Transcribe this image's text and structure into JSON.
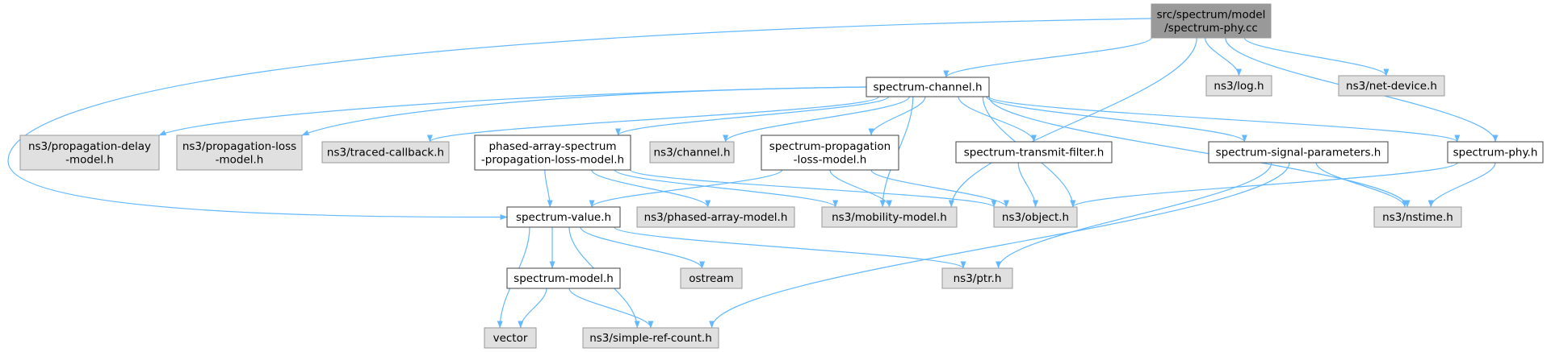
{
  "colors": {
    "root_fill": "#999999",
    "documented_fill": "#ffffff",
    "external_fill": "#e0e0e0",
    "border_dark": "#404040",
    "border_light": "#999999",
    "edge": "#63b8ff"
  },
  "nodes": [
    {
      "id": "root",
      "kind": "root",
      "lines": [
        "src/spectrum/model",
        "/spectrum-phy.cc"
      ]
    },
    {
      "id": "spectrum-channel",
      "kind": "documented",
      "lines": [
        "spectrum-channel.h"
      ]
    },
    {
      "id": "log",
      "kind": "external",
      "lines": [
        "ns3/log.h"
      ]
    },
    {
      "id": "net-device",
      "kind": "external",
      "lines": [
        "ns3/net-device.h"
      ]
    },
    {
      "id": "propagation-delay",
      "kind": "external",
      "lines": [
        "ns3/propagation-delay",
        "-model.h"
      ]
    },
    {
      "id": "propagation-loss",
      "kind": "external",
      "lines": [
        "ns3/propagation-loss",
        "-model.h"
      ]
    },
    {
      "id": "traced-callback",
      "kind": "external",
      "lines": [
        "ns3/traced-callback.h"
      ]
    },
    {
      "id": "phased-array-spectrum",
      "kind": "documented",
      "lines": [
        "phased-array-spectrum",
        "-propagation-loss-model.h"
      ]
    },
    {
      "id": "channel",
      "kind": "external",
      "lines": [
        "ns3/channel.h"
      ]
    },
    {
      "id": "spectrum-propagation",
      "kind": "documented",
      "lines": [
        "spectrum-propagation",
        "-loss-model.h"
      ]
    },
    {
      "id": "spectrum-transmit-filter",
      "kind": "documented",
      "lines": [
        "spectrum-transmit-filter.h"
      ]
    },
    {
      "id": "spectrum-signal-parameters",
      "kind": "documented",
      "lines": [
        "spectrum-signal-parameters.h"
      ]
    },
    {
      "id": "spectrum-phy",
      "kind": "documented",
      "lines": [
        "spectrum-phy.h"
      ]
    },
    {
      "id": "spectrum-value",
      "kind": "documented",
      "lines": [
        "spectrum-value.h"
      ]
    },
    {
      "id": "phased-array-model",
      "kind": "external",
      "lines": [
        "ns3/phased-array-model.h"
      ]
    },
    {
      "id": "mobility-model",
      "kind": "external",
      "lines": [
        "ns3/mobility-model.h"
      ]
    },
    {
      "id": "object",
      "kind": "external",
      "lines": [
        "ns3/object.h"
      ]
    },
    {
      "id": "nstime",
      "kind": "external",
      "lines": [
        "ns3/nstime.h"
      ]
    },
    {
      "id": "spectrum-model",
      "kind": "documented",
      "lines": [
        "spectrum-model.h"
      ]
    },
    {
      "id": "ostream",
      "kind": "external",
      "lines": [
        "ostream"
      ]
    },
    {
      "id": "ptr",
      "kind": "external",
      "lines": [
        "ns3/ptr.h"
      ]
    },
    {
      "id": "vector",
      "kind": "external",
      "lines": [
        "vector"
      ]
    },
    {
      "id": "simple-ref-count",
      "kind": "external",
      "lines": [
        "ns3/simple-ref-count.h"
      ]
    }
  ],
  "edges": [
    [
      "root",
      "spectrum-channel"
    ],
    [
      "root",
      "log"
    ],
    [
      "root",
      "net-device"
    ],
    [
      "root",
      "spectrum-phy"
    ],
    [
      "root",
      "mobility-model"
    ],
    [
      "root",
      "spectrum-value"
    ],
    [
      "spectrum-channel",
      "propagation-delay"
    ],
    [
      "spectrum-channel",
      "propagation-loss"
    ],
    [
      "spectrum-channel",
      "traced-callback"
    ],
    [
      "spectrum-channel",
      "phased-array-spectrum"
    ],
    [
      "spectrum-channel",
      "channel"
    ],
    [
      "spectrum-channel",
      "spectrum-propagation"
    ],
    [
      "spectrum-channel",
      "spectrum-transmit-filter"
    ],
    [
      "spectrum-channel",
      "spectrum-signal-parameters"
    ],
    [
      "spectrum-channel",
      "spectrum-phy"
    ],
    [
      "spectrum-channel",
      "mobility-model"
    ],
    [
      "spectrum-channel",
      "object"
    ],
    [
      "spectrum-channel",
      "nstime"
    ],
    [
      "phased-array-spectrum",
      "spectrum-value"
    ],
    [
      "phased-array-spectrum",
      "phased-array-model"
    ],
    [
      "phased-array-spectrum",
      "mobility-model"
    ],
    [
      "phased-array-spectrum",
      "object"
    ],
    [
      "spectrum-propagation",
      "spectrum-value"
    ],
    [
      "spectrum-propagation",
      "mobility-model"
    ],
    [
      "spectrum-propagation",
      "object"
    ],
    [
      "spectrum-transmit-filter",
      "object"
    ],
    [
      "spectrum-signal-parameters",
      "nstime"
    ],
    [
      "spectrum-signal-parameters",
      "ptr"
    ],
    [
      "spectrum-signal-parameters",
      "simple-ref-count"
    ],
    [
      "spectrum-phy",
      "object"
    ],
    [
      "spectrum-phy",
      "nstime"
    ],
    [
      "spectrum-value",
      "spectrum-model"
    ],
    [
      "spectrum-value",
      "ostream"
    ],
    [
      "spectrum-value",
      "ptr"
    ],
    [
      "spectrum-value",
      "vector"
    ],
    [
      "spectrum-value",
      "simple-ref-count"
    ],
    [
      "spectrum-model",
      "vector"
    ],
    [
      "spectrum-model",
      "simple-ref-count"
    ]
  ]
}
